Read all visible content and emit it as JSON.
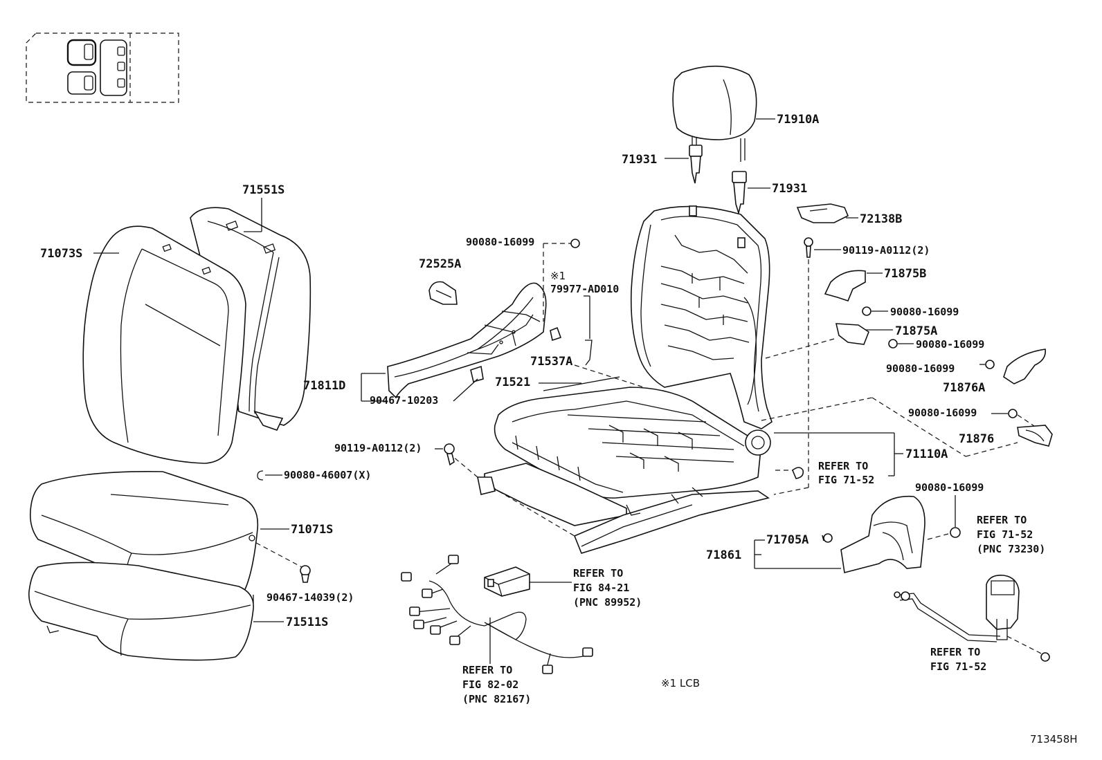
{
  "diagram_id": "713458H",
  "footnote": "※1 LCB",
  "parts": {
    "headrest": "71910A",
    "headrest_guide_left": "71931",
    "headrest_guide_right": "71931",
    "bracket_72138B": "72138B",
    "screw_90119_top": "90119-A0112(2)",
    "cover_71875B": "71875B",
    "screw_90080_1": "90080-16099",
    "cover_71875A": "71875A",
    "screw_90080_2": "90080-16099",
    "screw_90080_3": "90080-16099",
    "cover_71876A": "71876A",
    "screw_90080_4": "90080-16099",
    "cover_71876": "71876",
    "recliner_71110A": "71110A",
    "seatback_cover": "71551S",
    "seatback_pad": "71073S",
    "screw_90080_top": "90080-16099",
    "clip_72525A": "72525A",
    "lcb_mark": "※1",
    "lcb_part": "79977-AD010",
    "part_71537A": "71537A",
    "part_71521": "71521",
    "shield_71811D": "71811D",
    "clip_90467_10203": "90467-10203",
    "screw_90119_left": "90119-A0112(2)",
    "ring_90080_46007": "90080-46007(X)",
    "cushion_pad": "71071S",
    "clip_90467_14039": "90467-14039(2)",
    "cushion_cover": "71511S",
    "shield_71861": "71861",
    "cap_71705A": "71705A",
    "screw_90080_right": "90080-16099"
  },
  "refs": {
    "fig_71_52_center": [
      "REFER TO",
      "FIG 71-52"
    ],
    "fig_84_21": [
      "REFER TO",
      "FIG 84-21",
      "(PNC 89952)"
    ],
    "fig_82_02": [
      "REFER TO",
      "FIG 82-02",
      "(PNC 82167)"
    ],
    "fig_71_52_pnc": [
      "REFER TO",
      "FIG 71-52",
      "(PNC 73230)"
    ],
    "fig_71_52_bottom": [
      "REFER TO",
      "FIG 71-52"
    ]
  }
}
